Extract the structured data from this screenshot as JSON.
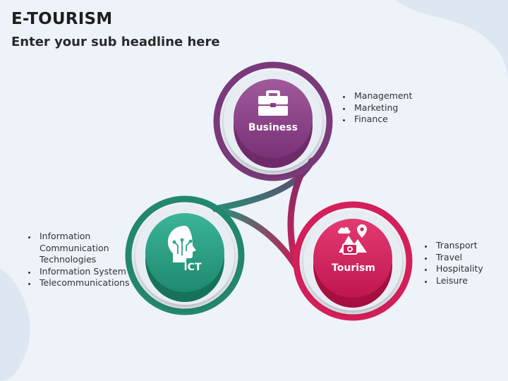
{
  "header": {
    "title": "E-TOURISM",
    "subtitle": "Enter your sub headline here"
  },
  "nodes": {
    "business": {
      "label": "Business",
      "color": "#8c3d87",
      "icon": "briefcase-icon"
    },
    "ict": {
      "label": "ICT",
      "color": "#249b80",
      "icon": "head-circuit-icon"
    },
    "tourism": {
      "label": "Tourism",
      "color": "#d41f5a",
      "icon": "travel-mountain-camera-icon"
    }
  },
  "lists": {
    "business": [
      "Management",
      "Marketing",
      "Finance"
    ],
    "ict": [
      "Information Communication Technologies",
      "Information System",
      "Telecommunications"
    ],
    "tourism": [
      "Transport",
      "Travel",
      "Hospitality",
      "Leisure"
    ]
  }
}
